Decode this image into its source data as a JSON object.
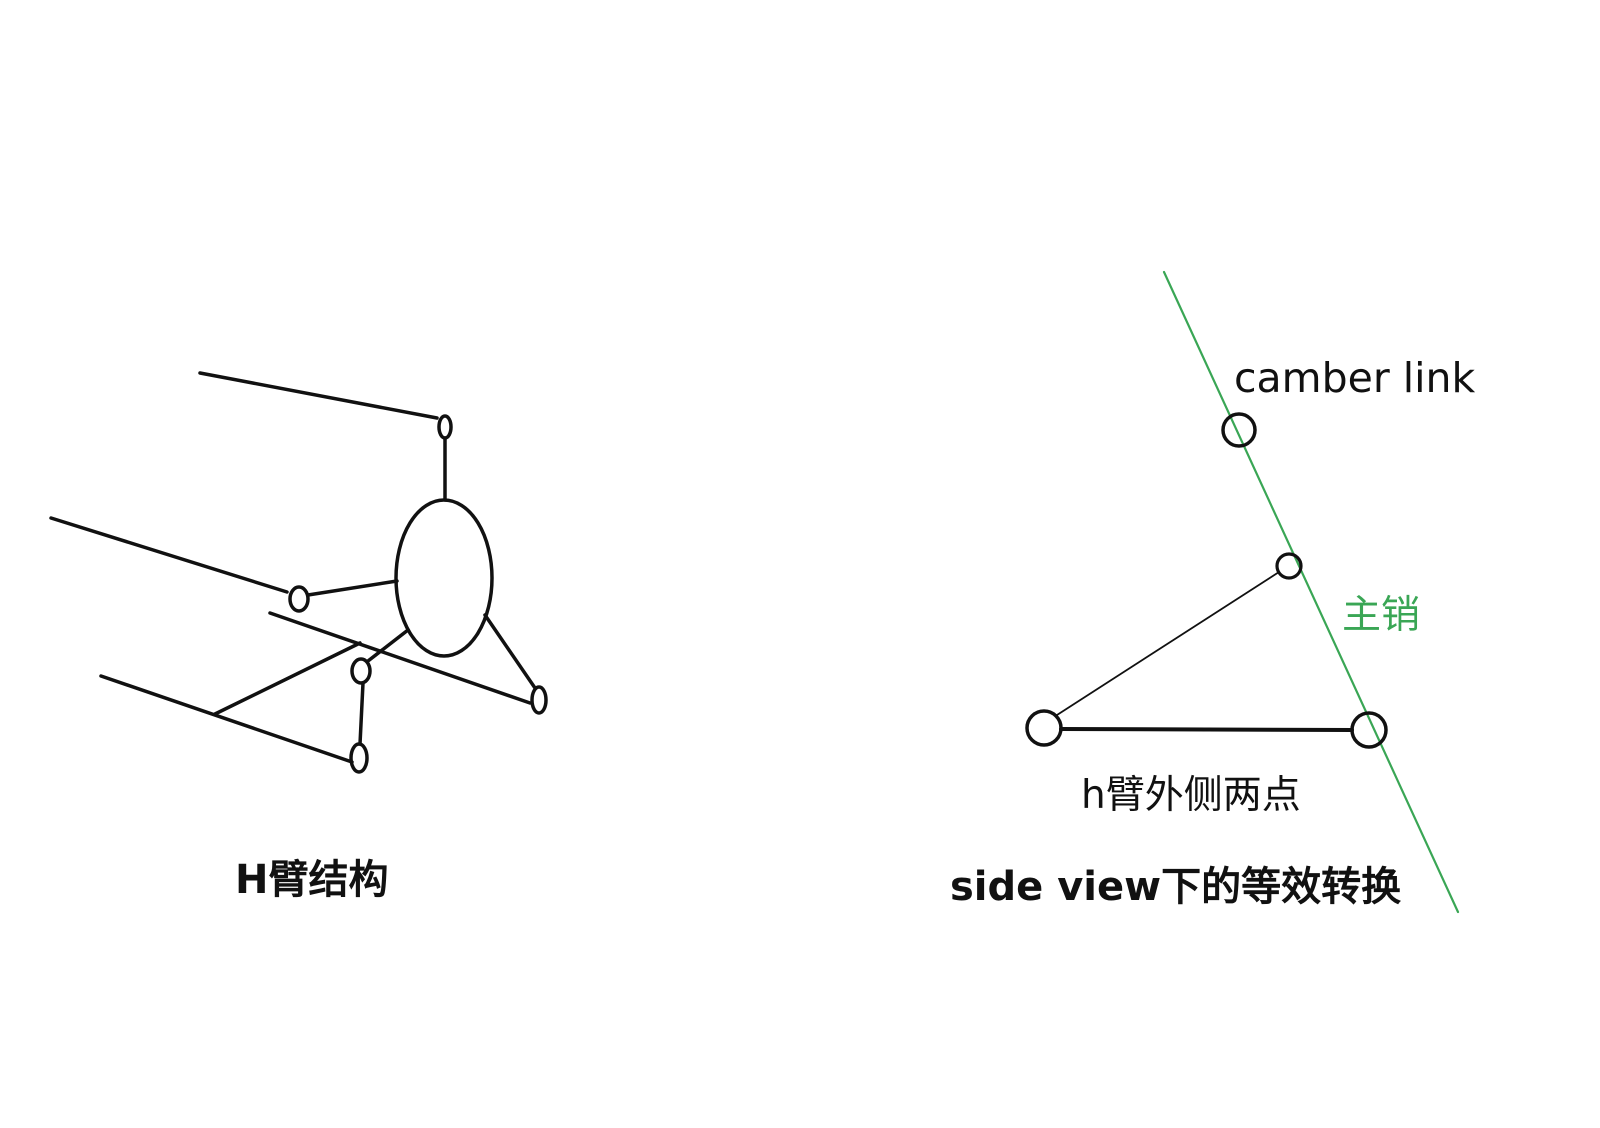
{
  "left_diagram": {
    "caption": "H臂结构"
  },
  "right_diagram": {
    "caption": "side view下的等效转换",
    "labels": {
      "camber_link": "camber link",
      "kingpin": "主销",
      "h_arm_outer_points": "h臂外侧两点"
    }
  },
  "colors": {
    "ink": "#111111",
    "kingpin_line": "#3aa655",
    "kingpin_text": "#3aa655",
    "background": "#ffffff"
  }
}
